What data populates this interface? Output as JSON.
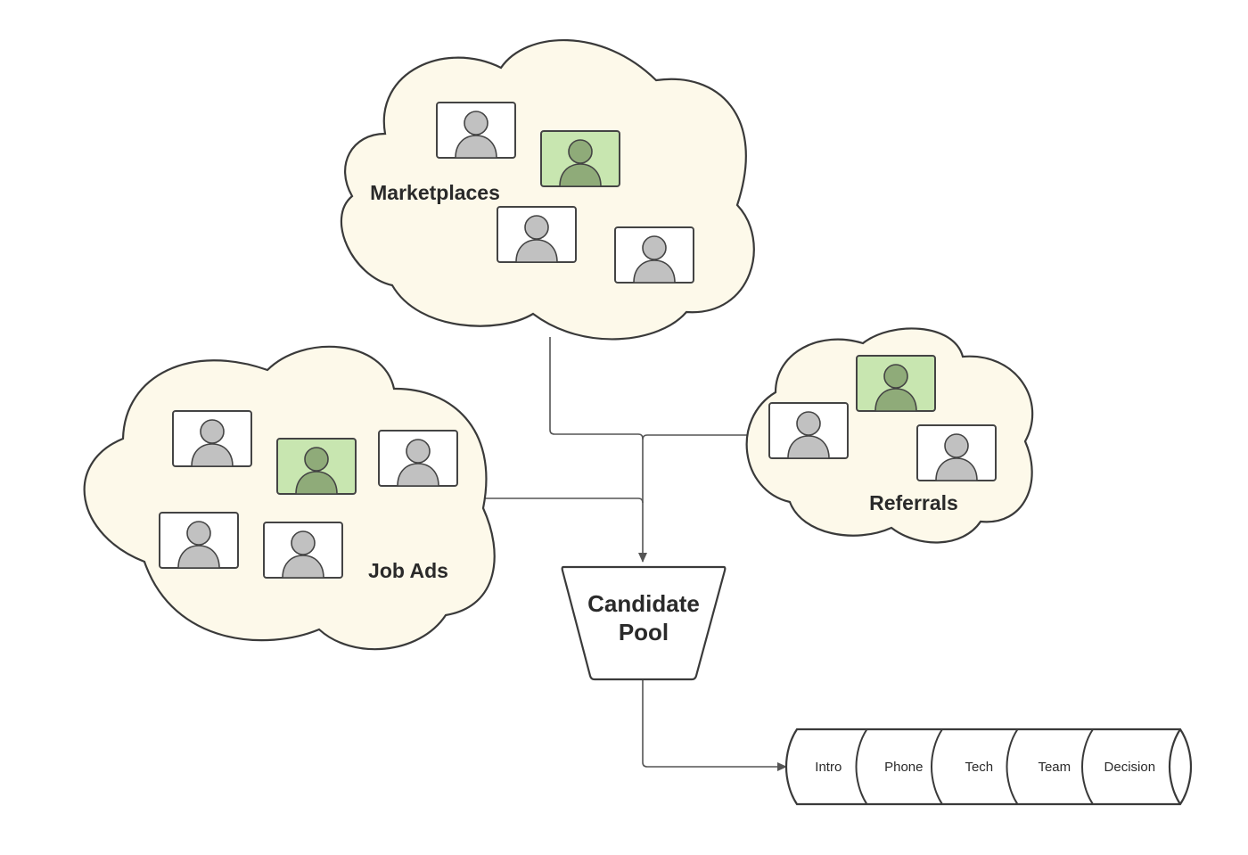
{
  "sources": {
    "marketplaces": {
      "label": "Marketplaces",
      "candidates": 4,
      "highlighted": 1
    },
    "job_ads": {
      "label": "Job Ads",
      "candidates": 5,
      "highlighted": 1
    },
    "referrals": {
      "label": "Referrals",
      "candidates": 3,
      "highlighted": 1
    }
  },
  "pool": {
    "line1": "Candidate",
    "line2": "Pool"
  },
  "stages": [
    "Intro",
    "Phone",
    "Tech",
    "Team",
    "Decision"
  ],
  "colors": {
    "cloud_fill": "#fdf9ea",
    "highlight_fill": "#c8e6b0",
    "highlight_person": "#8fab79",
    "person_fill": "#c1c1c1"
  }
}
